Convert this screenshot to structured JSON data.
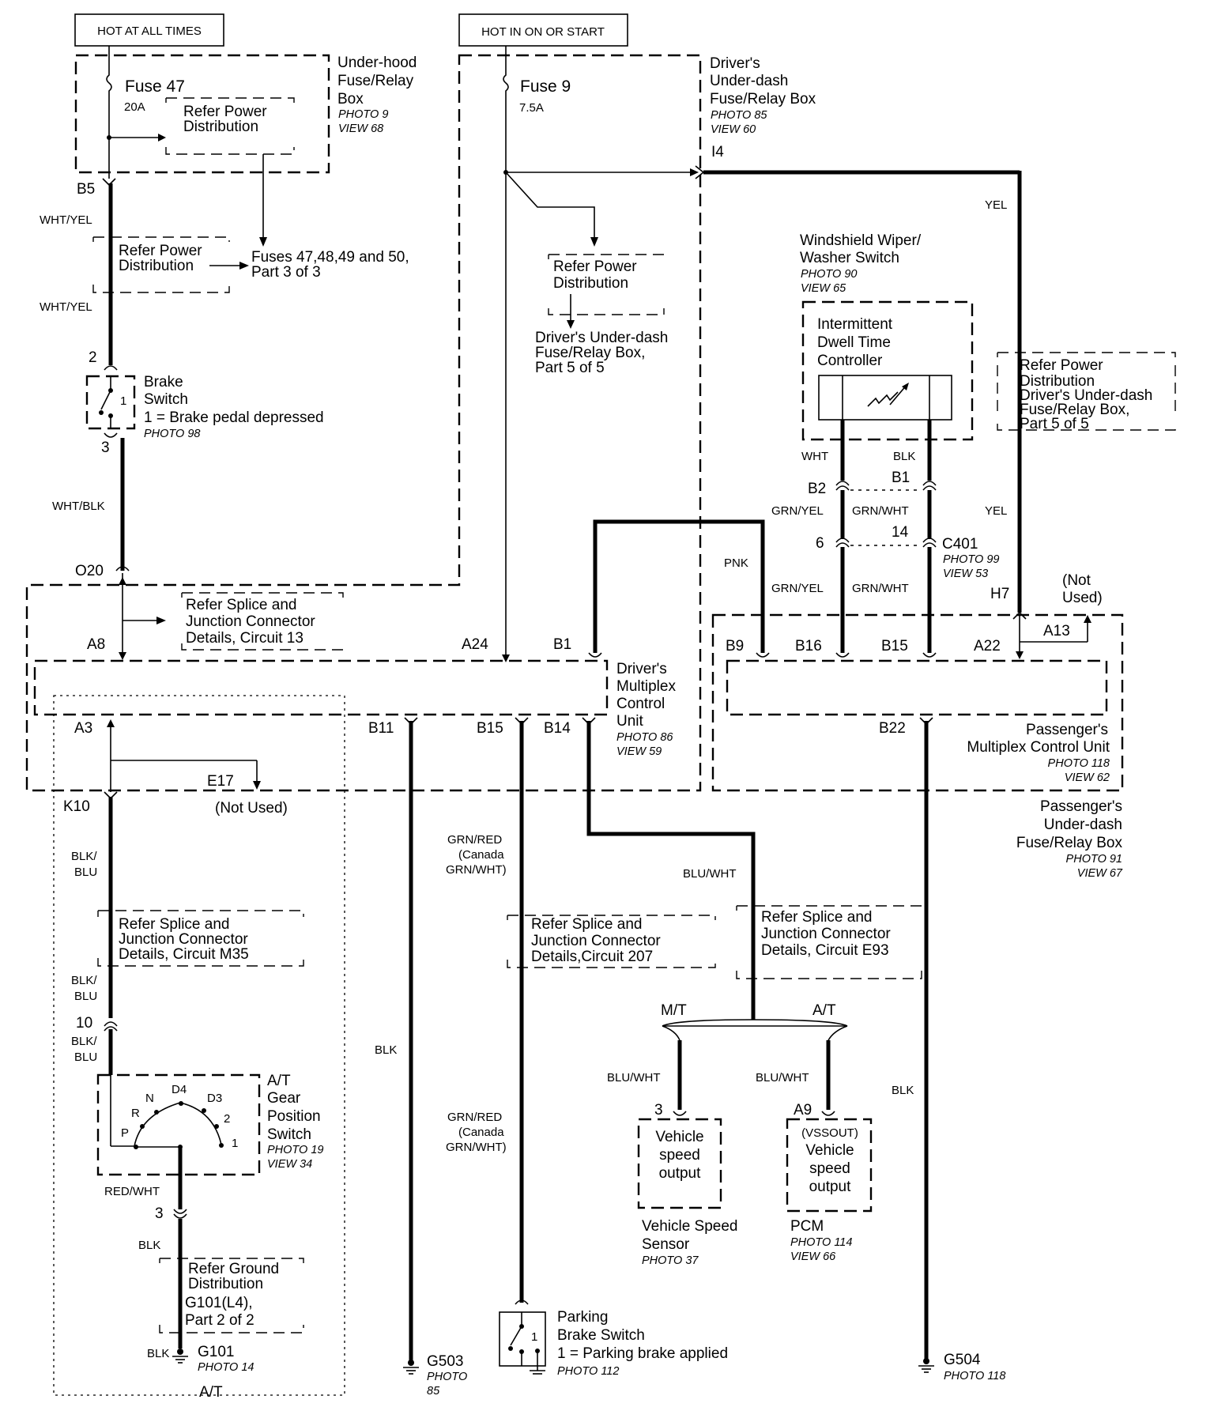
{
  "headers": {
    "hot_all_times": "HOT AT ALL TIMES",
    "hot_on_start": "HOT IN ON OR START"
  },
  "fuse47": {
    "name": "Fuse 47",
    "rating": "20A",
    "box": [
      "Under-hood",
      "Fuse/Relay",
      "Box"
    ],
    "photo": "PHOTO 9",
    "view": "VIEW 68",
    "refer": [
      "Refer Power",
      "Distribution"
    ],
    "fuses_ref": [
      "Fuses 47,48,49 and 50,",
      "Part 3 of 3"
    ]
  },
  "fuse9": {
    "name": "Fuse 9",
    "rating": "7.5A",
    "box": [
      "Driver's",
      "Under-dash",
      "Fuse/Relay Box"
    ],
    "photo": "PHOTO 85",
    "view": "VIEW 60",
    "refer": [
      "Refer Power",
      "Distribution"
    ],
    "refer_target": [
      "Driver's Under-dash",
      "Fuse/Relay Box,",
      "Part 5 of 5"
    ]
  },
  "refer_power_left": [
    "Refer Power",
    "Distribution"
  ],
  "brake_switch": {
    "name": [
      "Brake",
      "Switch"
    ],
    "state": "1 = Brake pedal depressed",
    "photo": "PHOTO 98",
    "contact": "1"
  },
  "pins": {
    "b5": "B5",
    "p2": "2",
    "p3": "3",
    "o20": "O20",
    "a8": "A8",
    "a3": "A3",
    "e17": "E17",
    "k10": "K10",
    "p10": "10",
    "p3b": "3",
    "a24": "A24",
    "b1": "B1",
    "b11": "B11",
    "b15": "B15",
    "b14": "B14",
    "i4": "I4",
    "b9": "B9",
    "b16": "B16",
    "b15r": "B15",
    "a22": "A22",
    "a13": "A13",
    "h7": "H7",
    "b22": "B22",
    "b2": "B2",
    "b1r": "B1",
    "p6": "6",
    "p14": "14",
    "p3vss": "3",
    "a9": "A9"
  },
  "wires": {
    "wht_yel": "WHT/YEL",
    "wht_blk": "WHT/BLK",
    "blk_blu": [
      "BLK/",
      "BLU"
    ],
    "red_wht": "RED/WHT",
    "blk": "BLK",
    "grn_red": [
      "GRN/RED",
      "(Canada",
      "GRN/WHT)"
    ],
    "pnk": "PNK",
    "yel": "YEL",
    "wht": "WHT",
    "grn_yel": "GRN/YEL",
    "grn_wht": "GRN/WHT",
    "blu_wht": "BLU/WHT"
  },
  "not_used": "(Not Used)",
  "not_used_split": [
    "(Not",
    "Used)"
  ],
  "splice_13": [
    "Refer Splice and",
    "Junction Connector",
    "Details, Circuit 13"
  ],
  "splice_m35": [
    "Refer Splice and",
    "Junction Connector",
    "Details, Circuit M35"
  ],
  "splice_207": [
    "Refer Splice and",
    "Junction Connector",
    "Details,Circuit 207"
  ],
  "splice_e93": [
    "Refer Splice and",
    "Junction Connector",
    "Details, Circuit E93"
  ],
  "driver_mcu": {
    "name": [
      "Driver's",
      "Multiplex",
      "Control",
      "Unit"
    ],
    "photo": "PHOTO 86",
    "view": "VIEW 59"
  },
  "passenger_mcu": {
    "name": [
      "Passenger's",
      "Multiplex Control Unit"
    ],
    "photo": "PHOTO 118",
    "view": "VIEW 62",
    "box": [
      "Passenger's",
      "Under-dash",
      "Fuse/Relay Box"
    ],
    "box_photo": "PHOTO 91",
    "box_view": "VIEW 67"
  },
  "wiper_switch": {
    "name": [
      "Windshield Wiper/",
      "Washer Switch"
    ],
    "photo": "PHOTO 90",
    "view": "VIEW 65",
    "controller": [
      "Intermittent",
      "Dwell Time",
      "Controller"
    ]
  },
  "refer_power_right": [
    "Refer Power",
    "Distribution",
    "Driver's Under-dash",
    "Fuse/Relay Box,",
    "Part 5 of 5"
  ],
  "c401": {
    "name": "C401",
    "photo": "PHOTO 99",
    "view": "VIEW 53"
  },
  "gear_switch": {
    "name": [
      "A/T",
      "Gear",
      "Position",
      "Switch"
    ],
    "photo": "PHOTO 19",
    "view": "VIEW 34",
    "positions": [
      "P",
      "R",
      "N",
      "D4",
      "D3",
      "2",
      "1"
    ]
  },
  "ground_ref": [
    "Refer Ground",
    "Distribution",
    "G101(L4),",
    "Part 2 of 2"
  ],
  "grounds": {
    "g101": "G101",
    "g101_photo": "PHOTO 14",
    "g503": "G503",
    "g503_photo": [
      "PHOTO",
      "85"
    ],
    "g504": "G504",
    "g504_photo": "PHOTO 118"
  },
  "at_footer": "A/T",
  "mt_label": "M/T",
  "at_label": "A/T",
  "vss": {
    "box": [
      "Vehicle",
      "speed",
      "output"
    ],
    "name": [
      "Vehicle Speed",
      "Sensor"
    ],
    "photo": "PHOTO 37"
  },
  "pcm": {
    "box": [
      "(VSSOUT)",
      "Vehicle",
      "speed",
      "output"
    ],
    "name": "PCM",
    "photo": "PHOTO 114",
    "view": "VIEW 66"
  },
  "parking_brake": {
    "name": [
      "Parking",
      "Brake Switch"
    ],
    "state": "1 = Parking brake applied",
    "photo": "PHOTO 112",
    "contact": "1"
  }
}
